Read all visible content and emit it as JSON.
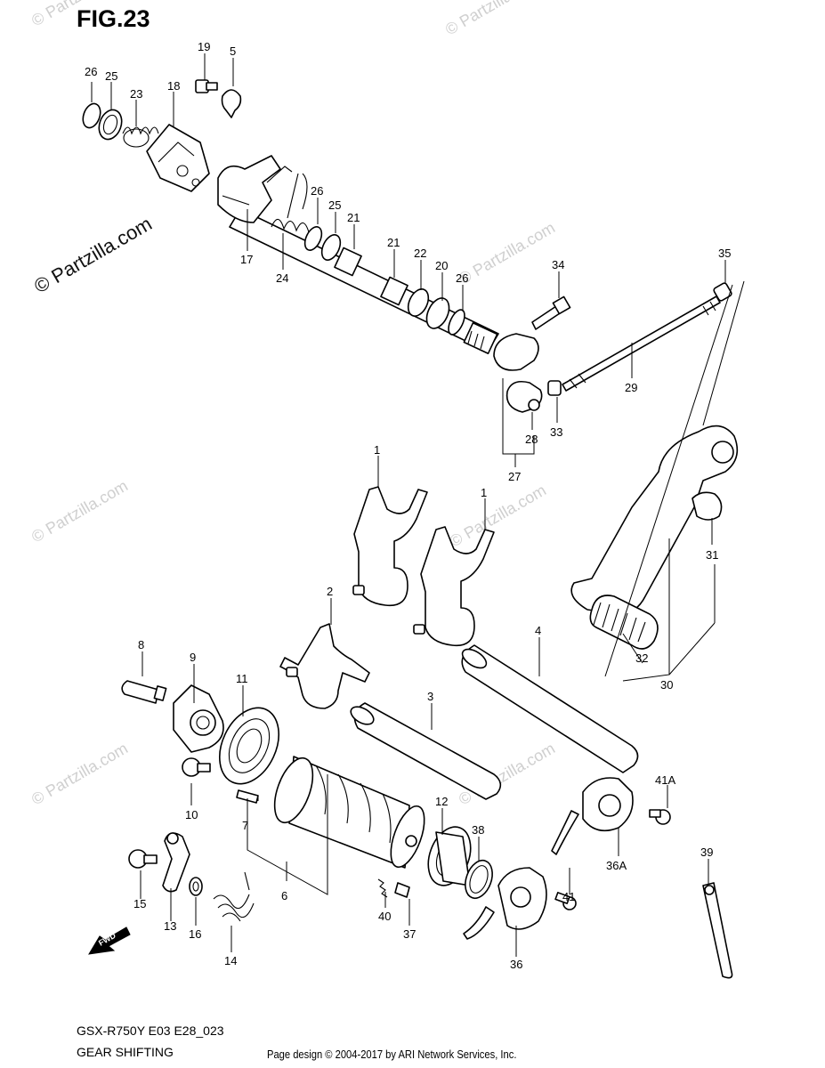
{
  "figure": {
    "title": "FIG.23",
    "model_code": "GSX-R750Y E03 E28_023",
    "section_name": "GEAR SHIFTING",
    "credit": "Page design © 2004-2017 by ARI Network Services, Inc."
  },
  "watermarks": {
    "main": "© Partzilla.com",
    "faint": "© Partzilla.com"
  },
  "direction_badge": "FWD",
  "callouts": {
    "c26a": "26",
    "c25a": "25",
    "c23": "23",
    "c18": "18",
    "c19": "19",
    "c5": "5",
    "c17": "17",
    "c24": "24",
    "c26b": "26",
    "c25b": "25",
    "c21a": "21",
    "c21b": "21",
    "c22": "22",
    "c20": "20",
    "c26c": "26",
    "c34": "34",
    "c35": "35",
    "c29": "29",
    "c28": "28",
    "c33": "33",
    "c27": "27",
    "c1a": "1",
    "c1b": "1",
    "c2": "2",
    "c4": "4",
    "c31": "31",
    "c32": "32",
    "c30": "30",
    "c8": "8",
    "c9": "9",
    "c11": "11",
    "c3": "3",
    "c10": "10",
    "c7": "7",
    "c6": "6",
    "c12": "12",
    "c38": "38",
    "c41A": "41A",
    "c36A": "36A",
    "c39": "39",
    "c15": "15",
    "c13": "13",
    "c16": "16",
    "c14": "14",
    "c40": "40",
    "c37": "37",
    "c41": "41",
    "c36": "36"
  }
}
